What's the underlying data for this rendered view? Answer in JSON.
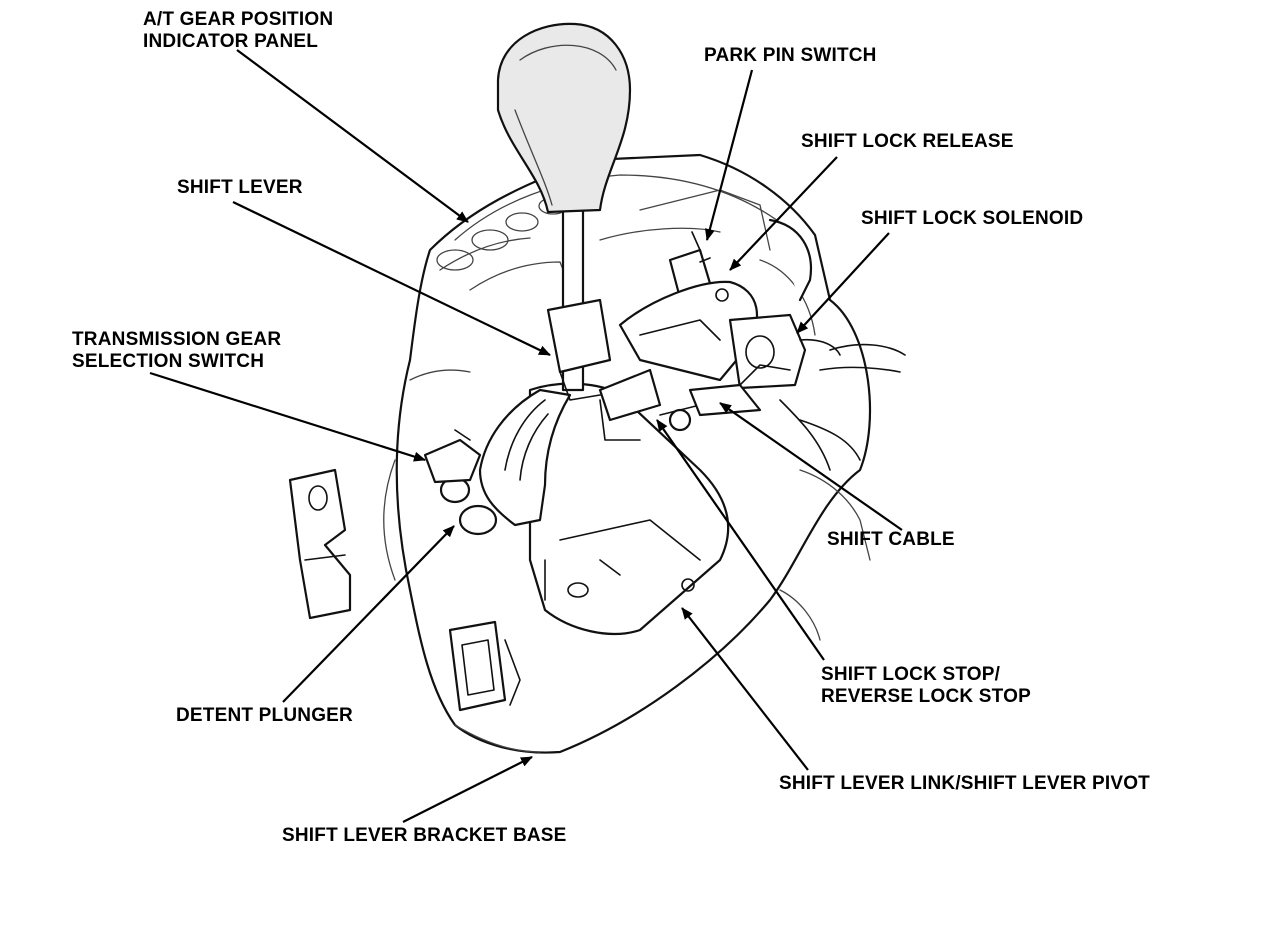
{
  "diagram": {
    "labels": {
      "at_gear_indicator_panel": [
        "A/T GEAR POSITION",
        "INDICATOR PANEL"
      ],
      "park_pin_switch": [
        "PARK PIN SWITCH"
      ],
      "shift_lock_release": [
        "SHIFT LOCK RELEASE"
      ],
      "shift_lever": [
        "SHIFT LEVER"
      ],
      "shift_lock_solenoid": [
        "SHIFT LOCK SOLENOID"
      ],
      "transmission_gear_selection_switch": [
        "TRANSMISSION GEAR",
        "SELECTION SWITCH"
      ],
      "shift_cable": [
        "SHIFT CABLE"
      ],
      "shift_lock_stop": [
        "SHIFT LOCK STOP/",
        "REVERSE LOCK STOP"
      ],
      "detent_plunger": [
        "DETENT PLUNGER"
      ],
      "shift_lever_link_pivot": [
        "SHIFT LEVER LINK/SHIFT LEVER PIVOT"
      ],
      "shift_lever_bracket_base": [
        "SHIFT LEVER BRACKET BASE"
      ]
    },
    "colors": {
      "ink": "#111111",
      "background": "#ffffff",
      "knob_shade": "#e9e9e9"
    }
  }
}
